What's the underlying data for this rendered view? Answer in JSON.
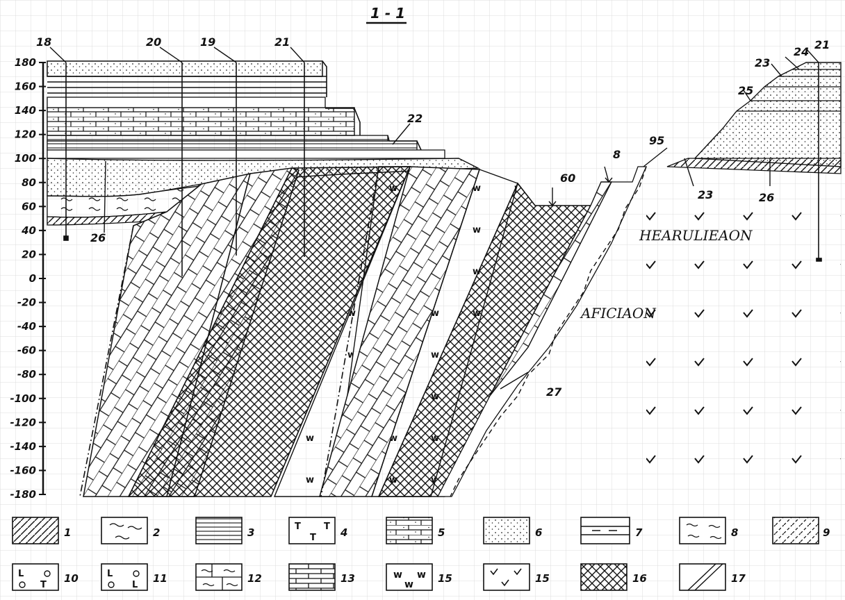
{
  "title": "1 - 1",
  "axis": {
    "ticks": [
      "180",
      "160",
      "140",
      "120",
      "100",
      "80",
      "60",
      "40",
      "20",
      "0",
      "-20",
      "-40",
      "-60",
      "-80",
      "-100",
      "-120",
      "-140",
      "-160",
      "-180"
    ]
  },
  "callouts": {
    "c18": "18",
    "c20": "20",
    "c19": "19",
    "c21a": "21",
    "c22": "22",
    "c26a": "26",
    "c60": "60",
    "c8": "8",
    "c95": "95",
    "c23a": "23",
    "c26b": "26",
    "c27": "27",
    "c21b": "21",
    "c24": "24",
    "c23b": "23",
    "c25": "25"
  },
  "labels": {
    "upper": "HEARULIEAON",
    "lower": "AFICIAON"
  },
  "legend": [
    "1",
    "2",
    "3",
    "4",
    "5",
    "6",
    "7",
    "8",
    "9",
    "10",
    "11",
    "12",
    "13",
    "15",
    "15",
    "16",
    "17"
  ]
}
